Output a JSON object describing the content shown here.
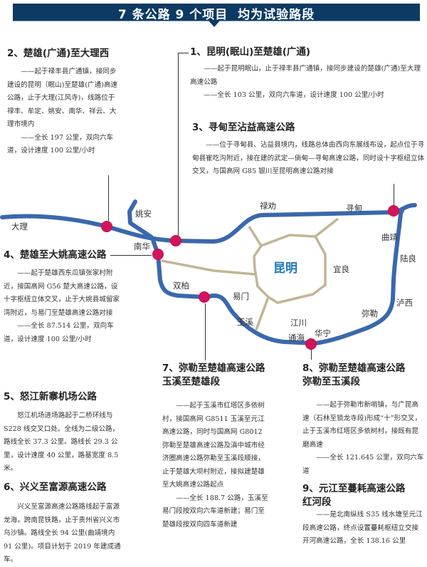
{
  "header": {
    "title": "7 条公路 9 个项目  均为试验路段"
  },
  "colors": {
    "banner": "#0d3a63",
    "route": "#3a68ad",
    "marker": "#d4145a",
    "ring": "#c2b595",
    "city": "#1f79b8"
  },
  "map": {
    "center_city": "昆明",
    "places": {
      "dali": "大理",
      "yaoan": "姚安",
      "nanhua": "南华",
      "shuangbai": "双柏",
      "luquan": "禄劝",
      "xundian": "寻甸",
      "qujing": "曲靖",
      "luliang": "陆良",
      "luxi": "泸西",
      "mile": "弥勒",
      "yiliang": "宜良",
      "yimen": "易门",
      "yuxi": "玉溪",
      "jiangchuan": "江川",
      "tonghai": "通海",
      "huaning": "华宁"
    }
  },
  "sections": {
    "s1": {
      "title": "1、昆明(眠山)至楚雄(广通)",
      "paragraphs": [
        "——起于昆明眠山，止于禄丰县广通镇，接同步建设的楚雄(广通)至大理高速公路",
        "——全长 103 公里，双向六车道，设计速度 100 公里/小时"
      ]
    },
    "s2": {
      "title": "2、楚雄(广通)至大理西",
      "paragraphs": [
        "——起于禄丰县广通镇，接同步建设的昆明（眠山)至楚雄(广通)高速公路，止于大理(江风寺)，线路位于禄丰、牟定、姚安、南华、祥云、大理市境内",
        "——全长 197 公里，双向六车道，设计速度 100 公里/小时"
      ]
    },
    "s3": {
      "title": "3、寻甸至沾益高速公路",
      "paragraphs": [
        "——位于寻甸县、沾益县境内，线路总体由西向东展线布设，起点位于寻甸县崔吃沟附近，接在建的武定—倘甸—寻甸高速公路，同时设十字枢纽立体交叉，与国高网 G85 银川至昆明高速公路对接"
      ]
    },
    "s4": {
      "title": "4、楚雄至大姚高速公路",
      "paragraphs": [
        "——起于楚雄西东瓜镇张家村附近，接国高网 G56 楚大高速公路，设十字枢纽立体交叉，止于大姚县城留家湾附近，与易门至楚雄高速公路对接",
        "——全长 87.514 公里，双向车道，设计速度 100 公里/小时"
      ]
    },
    "s5": {
      "title": "5、怒江新寨机场公路",
      "paragraphs": [
        "怒江机场进场路起于二桥环线与 S228 线交叉口处。全线为二级公路，路线全长 37.3 公里。路线长 29.3 公里，设计速度 40 公里，路基宽度 8.5 米。"
      ]
    },
    "s6": {
      "title": "6、兴义至富源高速公路",
      "paragraphs": [
        "兴义至富源高速公路路线起于富源龙海，跨南昆铁路，止于贵州省兴义市乌沙镇。路线全长 94 公里(曲靖境内 91 公里)。项目计划于 2019 年建成通车。"
      ]
    },
    "s7": {
      "title": "7、弥勒至楚雄高速公路",
      "subtitle": "玉溪至楚雄段",
      "paragraphs": [
        "——起于玉溪市红塔区多依树村，接国高网 G8511 玉溪至元江高速公路，同时与国高网 G8012 弥勒至楚雄高速公路及滇中城市经济圈高速公路弥勒至玉溪段顺接，止于楚雄大坝村附近，接拟建楚雄至大姚高速公路起点",
        "——全长 188.7 公路，玉溪至易门段按双向六车道新建；易门至楚雄段按双向四车道新建"
      ]
    },
    "s8": {
      "title": "8、弥勒至楚雄高速公路",
      "subtitle": "弥勒至玉溪段",
      "paragraphs": [
        "——起于弥勒市新哨镇，与广昆高速（石林至锁龙寺段)形成“十”形交叉，止于玉溪市红塔区多依树村，接既有昆磨高速",
        "——全长 121.645 公里，双向六车道"
      ]
    },
    "s9": {
      "title": "9、元江至蔓耗高速公路",
      "subtitle": "红河段",
      "paragraphs": [
        "——是北南纵线 S35 线水塘至元江段高速公路，终点设置蔓耗枢纽立交接开河高速公路，全长 138.16 公里"
      ]
    }
  }
}
